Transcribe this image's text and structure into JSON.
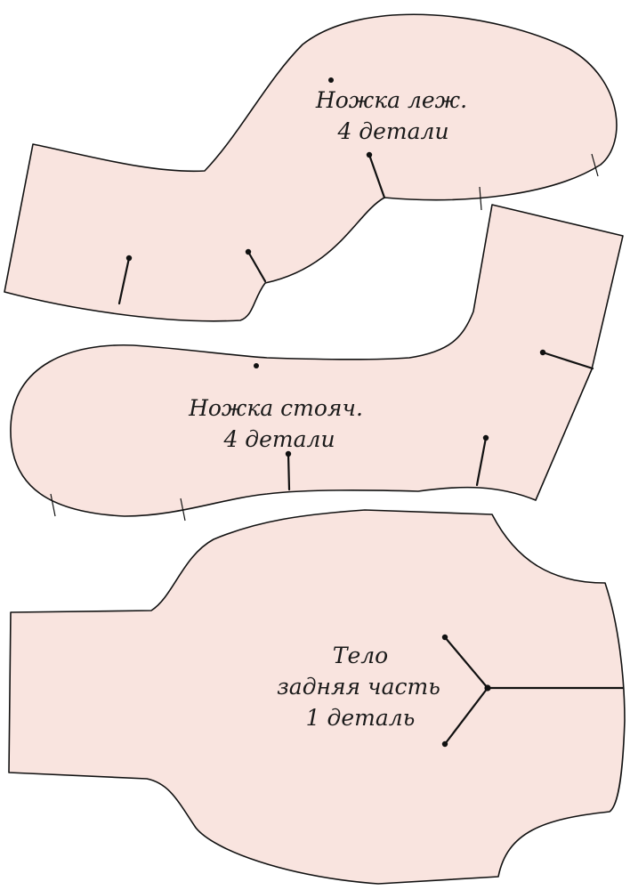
{
  "pieces": {
    "leg_lying": {
      "name": "Ножка леж.",
      "count": "4 детали"
    },
    "leg_standing": {
      "name": "Ножка стояч.",
      "count": "4 детали"
    },
    "body_back": {
      "name": "Тело",
      "name2": "задняя часть",
      "count": "1 деталь"
    }
  },
  "colors": {
    "fabric": "#f9e4df",
    "outline": "#111111"
  }
}
